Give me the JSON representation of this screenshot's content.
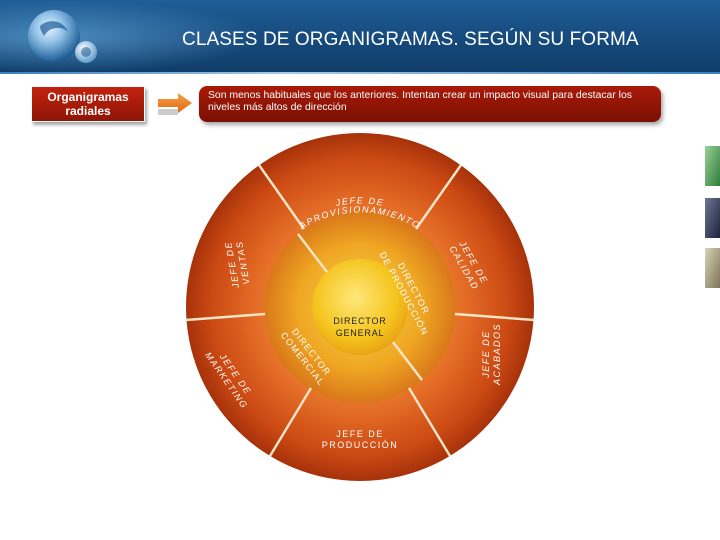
{
  "header": {
    "title": "CLASES DE ORGANIGRAMAS. SEGÚN SU FORMA"
  },
  "section": {
    "label": "Organigramas radiales",
    "description": "Son menos habituales que los anteriores. Intentan crear un impacto visual para destacar los niveles más altos de dirección"
  },
  "diagram": {
    "center": "DIRECTOR GENERAL",
    "center_lines": [
      "DIRECTOR",
      "GENERAL"
    ],
    "inner_ring": [
      "DIRECTOR DE PRODUCCIÓN",
      "DIRECTOR COMERCIAL"
    ],
    "outer_ring": [
      "JEFE DE APROVISIONAMIENTO",
      "JEFE DE CALIDAD",
      "JEFE DE ACABADOS",
      "JEFE DE PRODUCCIÓN",
      "JEFE DE MARKETING",
      "JEFE DE VENTAS"
    ]
  },
  "colors": {
    "header_blue": "#1a5590",
    "accent_red": "#a91a08",
    "ring_orange": "#d8581c",
    "core_yellow": "#f3c41b"
  },
  "icons": [
    "logo-icon",
    "arrow-right-icon",
    "side-thumbnail-icon"
  ]
}
